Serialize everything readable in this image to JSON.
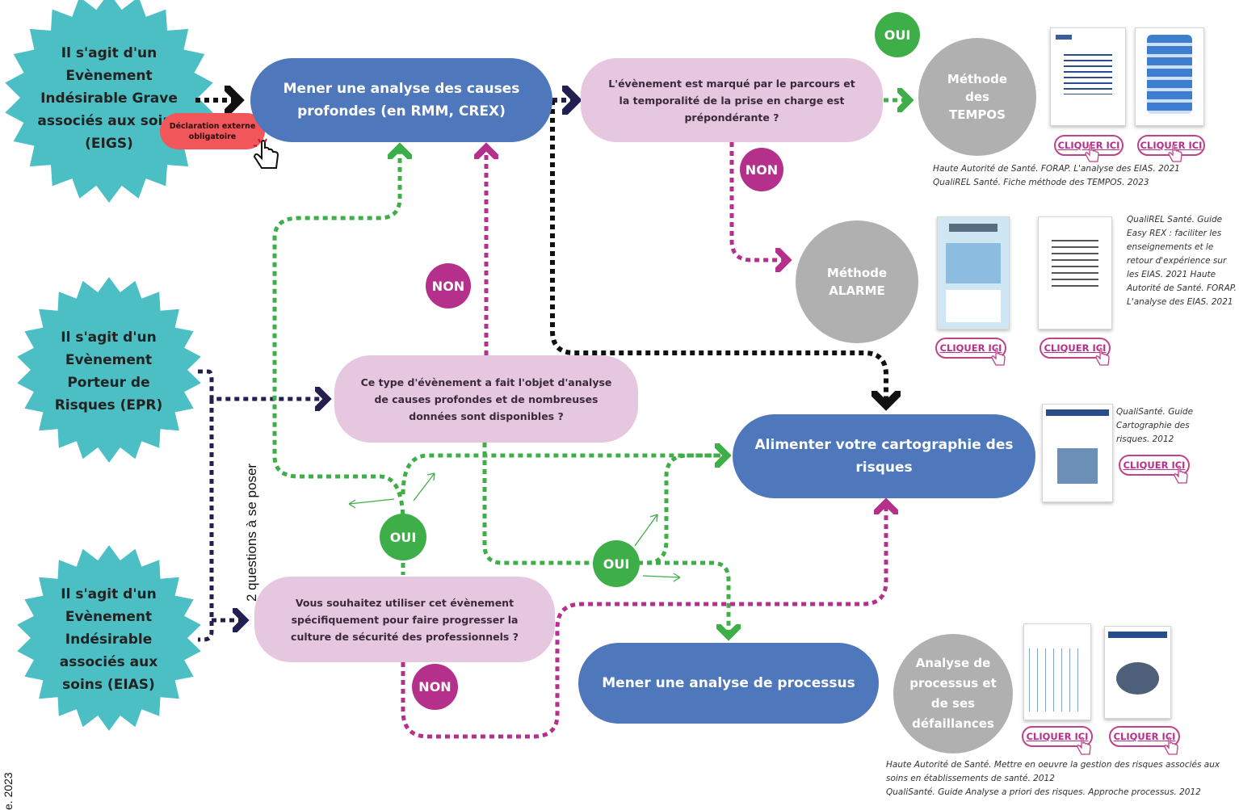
{
  "stars": {
    "eigs": "Il s'agit d'un Evènement Indésirable Grave associés aux soins (EIGS)",
    "epr": "Il s'agit d'un Evènement Porteur de Risques (EPR)",
    "eias": "Il s'agit d'un Evènement Indésirable associés aux soins (EIAS)"
  },
  "declaration_label": "Déclaration externe obligatoire",
  "side_text": "2 questions à se poser",
  "edge_text": "e. 2023",
  "boxes": {
    "analyse_causes": "Mener une analyse des causes profondes (en RMM, CREX)",
    "cartographie": "Alimenter votre cartographie des risques",
    "analyse_processus": "Mener une analyse de processus"
  },
  "questions": {
    "parcours": "L'évènement est marqué par le parcours et la temporalité de la prise en charge est prépondérante ?",
    "deja_analyse": "Ce type d'évènement a fait l'objet d'analyse de causes profondes et de nombreuses données sont disponibles ?",
    "culture": "Vous souhaitez utiliser cet évènement spécifiquement  pour faire progresser la culture de sécurité des professionnels ?"
  },
  "methods": {
    "tempos": "Méthode des TEMPOS",
    "alarme": "Méthode ALARME",
    "processus": "Analyse de processus et de ses défaillances"
  },
  "badges": {
    "oui": "OUI",
    "non": "NON"
  },
  "click_label": "CLIQUER ICI",
  "refs": {
    "tempos_line1": "Haute Autorité de Santé. FORAP. L'analyse des EIAS. 2021",
    "tempos_line2": "QualiREL Santé. Fiche méthode des TEMPOS. 2023",
    "alarme": "QualiREL Santé. Guide Easy REX : faciliter les enseignements et le retour d'expérience sur les EIAS. 2021 Haute Autorité de Santé. FORAP. L'analyse des EIAS. 2021",
    "cartographie": "QualiSanté. Guide Cartographie des risques. 2012",
    "processus_line1": "Haute Autorité de Santé. Mettre en oeuvre la gestion des risques associés aux soins en établissements de santé. 2012",
    "processus_line2": "QualiSanté. Guide Analyse a priori des risques. Approche processus. 2012"
  },
  "colors": {
    "star": "#4bbfc4",
    "blue_box": "#4f77bb",
    "pink_box": "#e6c7e0",
    "grey_circle": "#b0b0b0",
    "green": "#3dae48",
    "magenta": "#b5308a",
    "dark_arrow": "#23204f",
    "red_tag": "#f0565a"
  },
  "icons": [
    "hand-pointer-icon",
    "document-thumbnail"
  ]
}
